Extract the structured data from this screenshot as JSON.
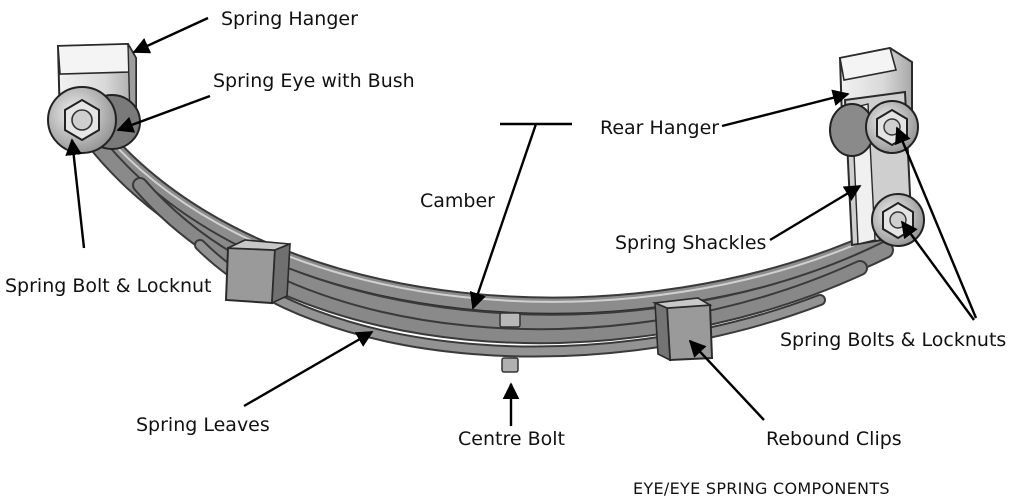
{
  "diagram": {
    "caption": "EYE/EYE SPRING COMPONENTS",
    "labels": {
      "spring_hanger": "Spring Hanger",
      "spring_eye_with_bush": "Spring Eye with Bush",
      "rear_hanger": "Rear Hanger",
      "camber": "Camber",
      "spring_shackles": "Spring Shackles",
      "spring_bolt_locknut": "Spring Bolt & Locknut",
      "spring_bolts_locknuts": "Spring Bolts & Locknuts",
      "spring_leaves": "Spring Leaves",
      "centre_bolt": "Centre Bolt",
      "rebound_clips": "Rebound Clips"
    }
  }
}
